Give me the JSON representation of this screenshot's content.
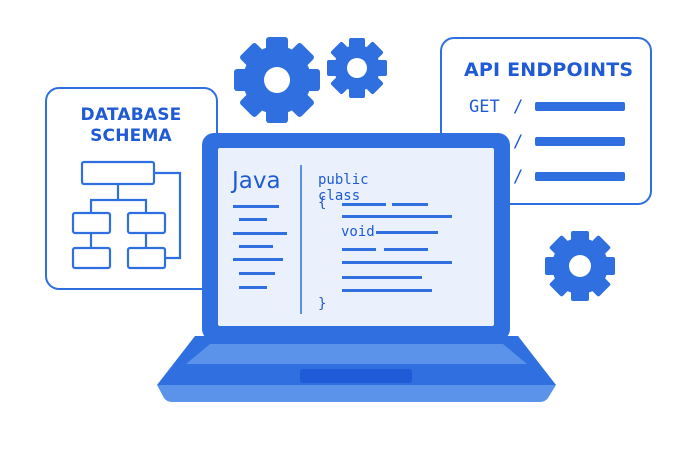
{
  "database": {
    "title_line1": "DATABASE",
    "title_line2": "SCHEMA"
  },
  "api": {
    "title": "API ENDPOINTS",
    "method": "GET",
    "endpoint_slash": "/"
  },
  "editor": {
    "language": "Java",
    "code_line1": "public class",
    "open_brace": "{",
    "keyword_void": "void",
    "close_brace": "}"
  },
  "colors": {
    "accent": "#2f6fe0",
    "text": "#1f5bd6",
    "screen": "#eaf1fc",
    "laptop_light": "#5b92ea"
  }
}
